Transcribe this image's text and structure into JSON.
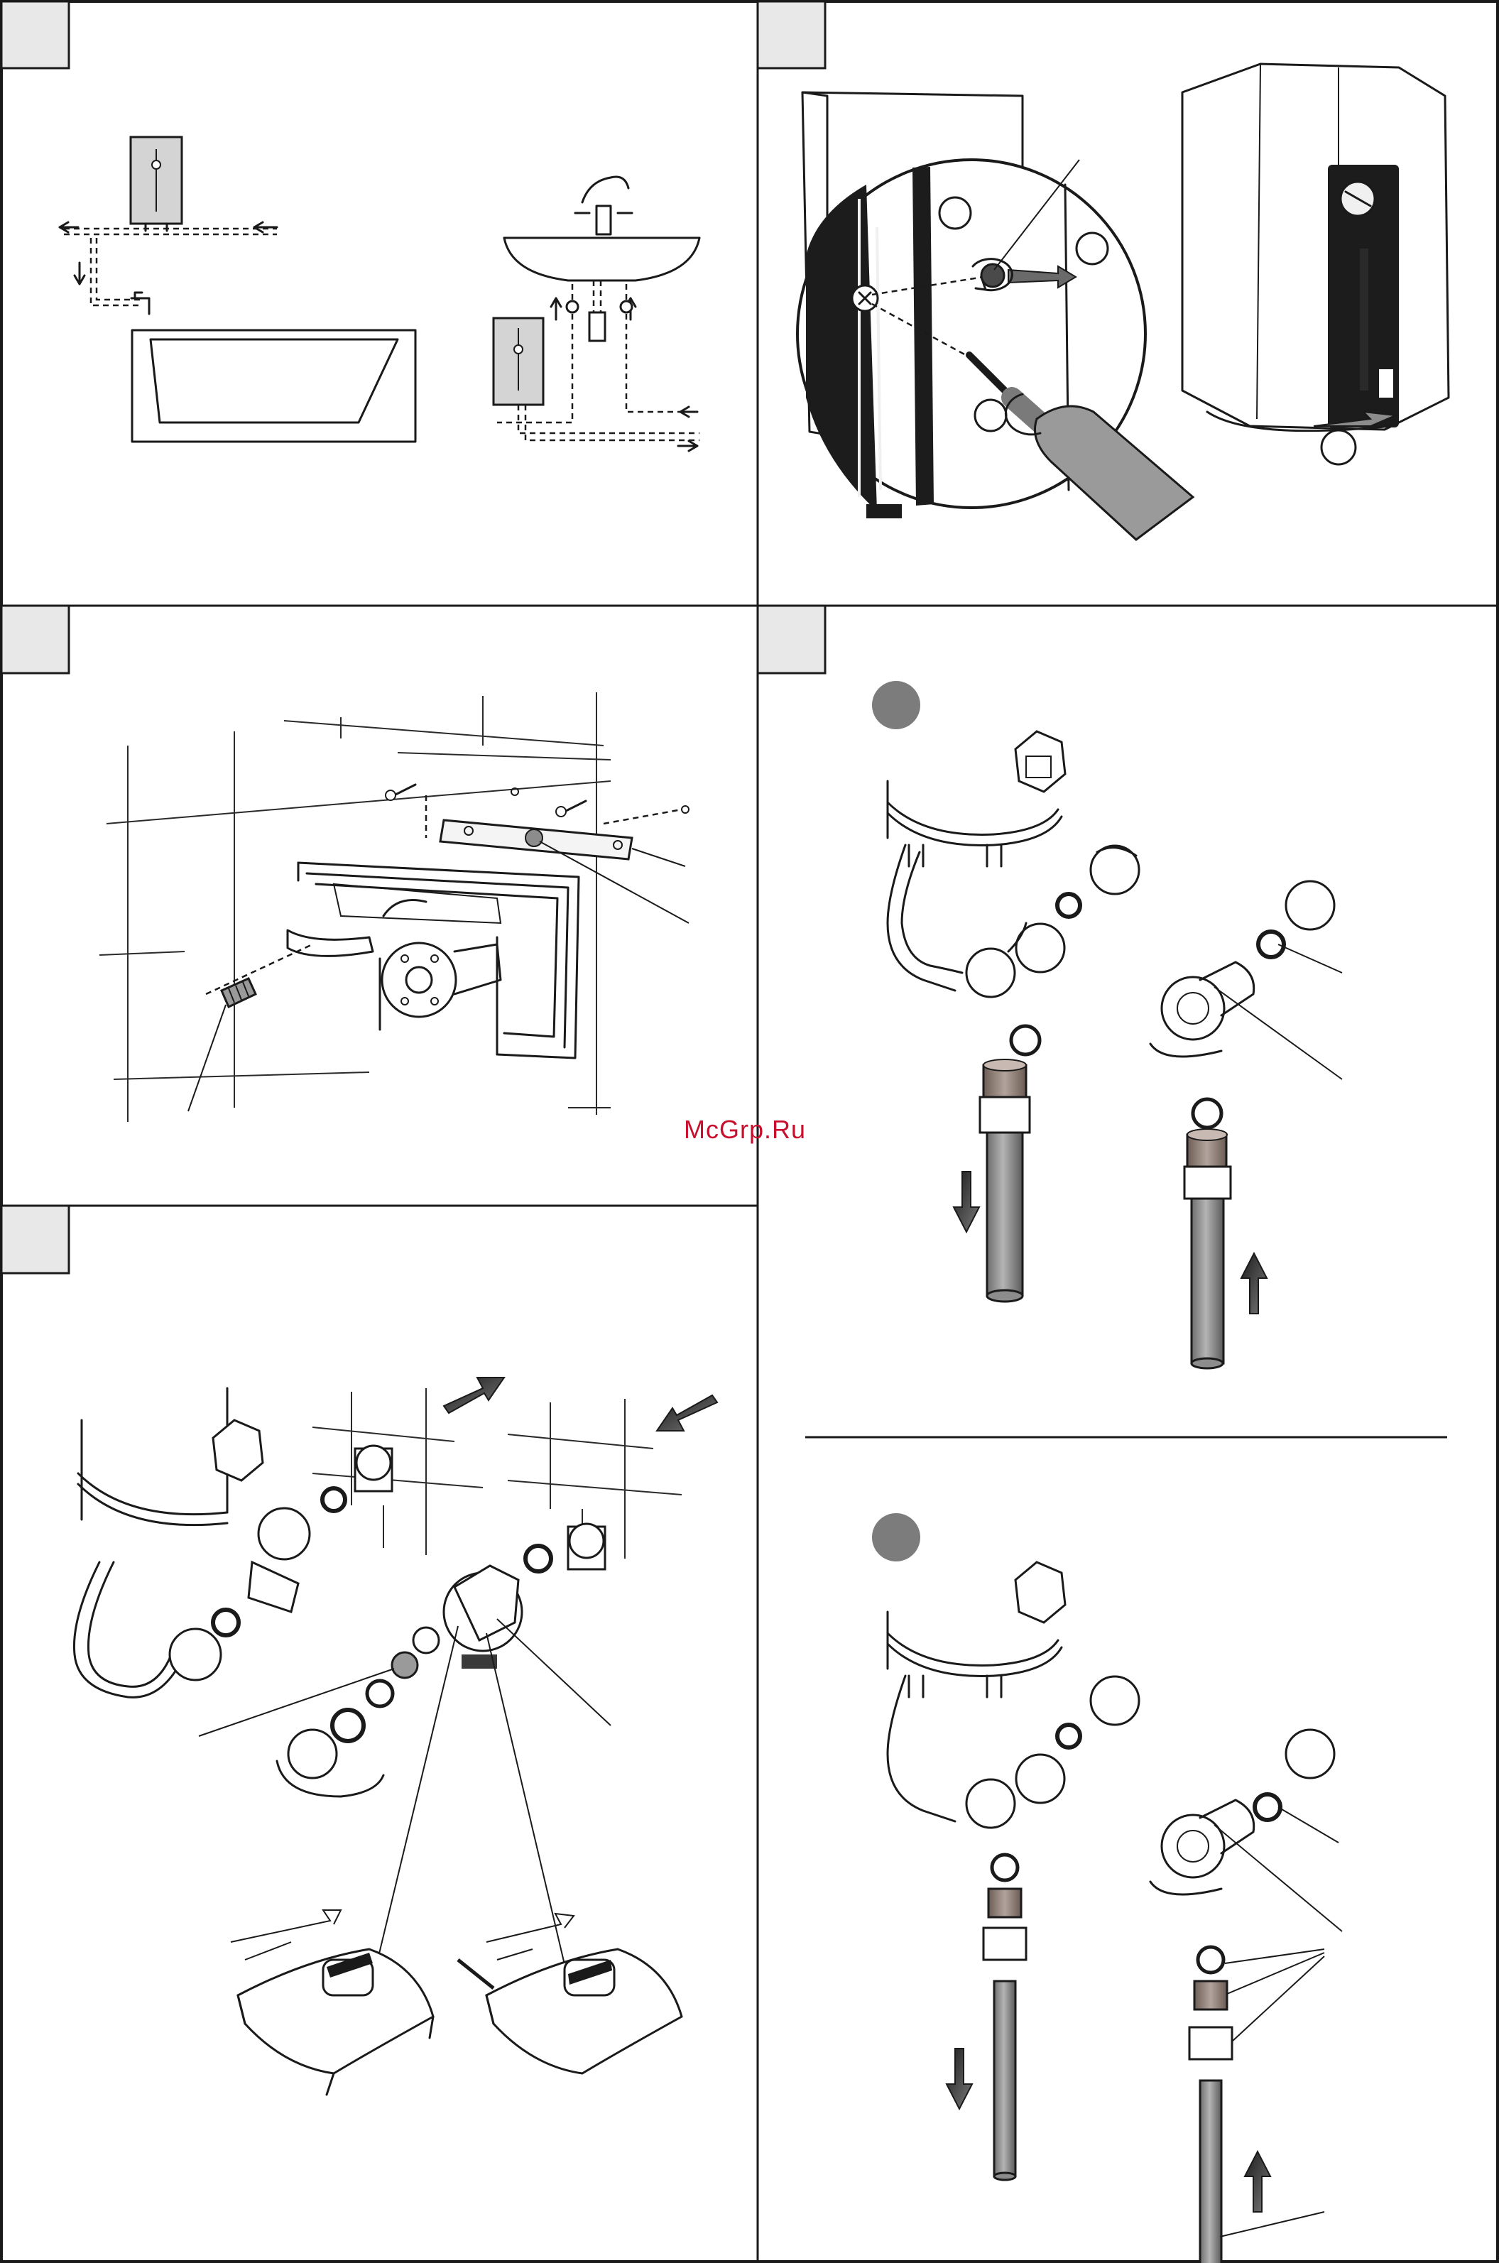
{
  "watermark": "McGrp.Ru",
  "colors": {
    "frame": "#1a1a1a",
    "tab_fill": "#e8e8e8",
    "step_dot": "#7c7c7c",
    "pipe": "#8c8c8c",
    "fitting_brown": "#8e7d74",
    "arrow_fill": "#3a3a3a"
  },
  "panels": [
    {
      "id": "installation-variants",
      "icons": [
        "heater-icon",
        "bathtub-icon",
        "washbasin-icon",
        "water-flow-arrow-icon"
      ]
    },
    {
      "id": "cover-removal",
      "icons": [
        "screwdriver-icon",
        "screw-icon",
        "heater-icon",
        "rotate-arrow-icon"
      ]
    },
    {
      "id": "wall-bracket",
      "icons": [
        "wall-tiles-icon",
        "mounting-rail-icon",
        "screw-icon",
        "threaded-nipple-icon"
      ]
    },
    {
      "id": "pipe-connection-steps",
      "icons": [
        "step-dot-icon",
        "pipe-icon",
        "fitting-icon",
        "down-arrow-icon",
        "up-arrow-icon"
      ]
    },
    {
      "id": "tap-connection",
      "icons": [
        "wall-tiles-icon",
        "valve-icon",
        "filter-icon",
        "insert-arrow-icon"
      ]
    }
  ]
}
